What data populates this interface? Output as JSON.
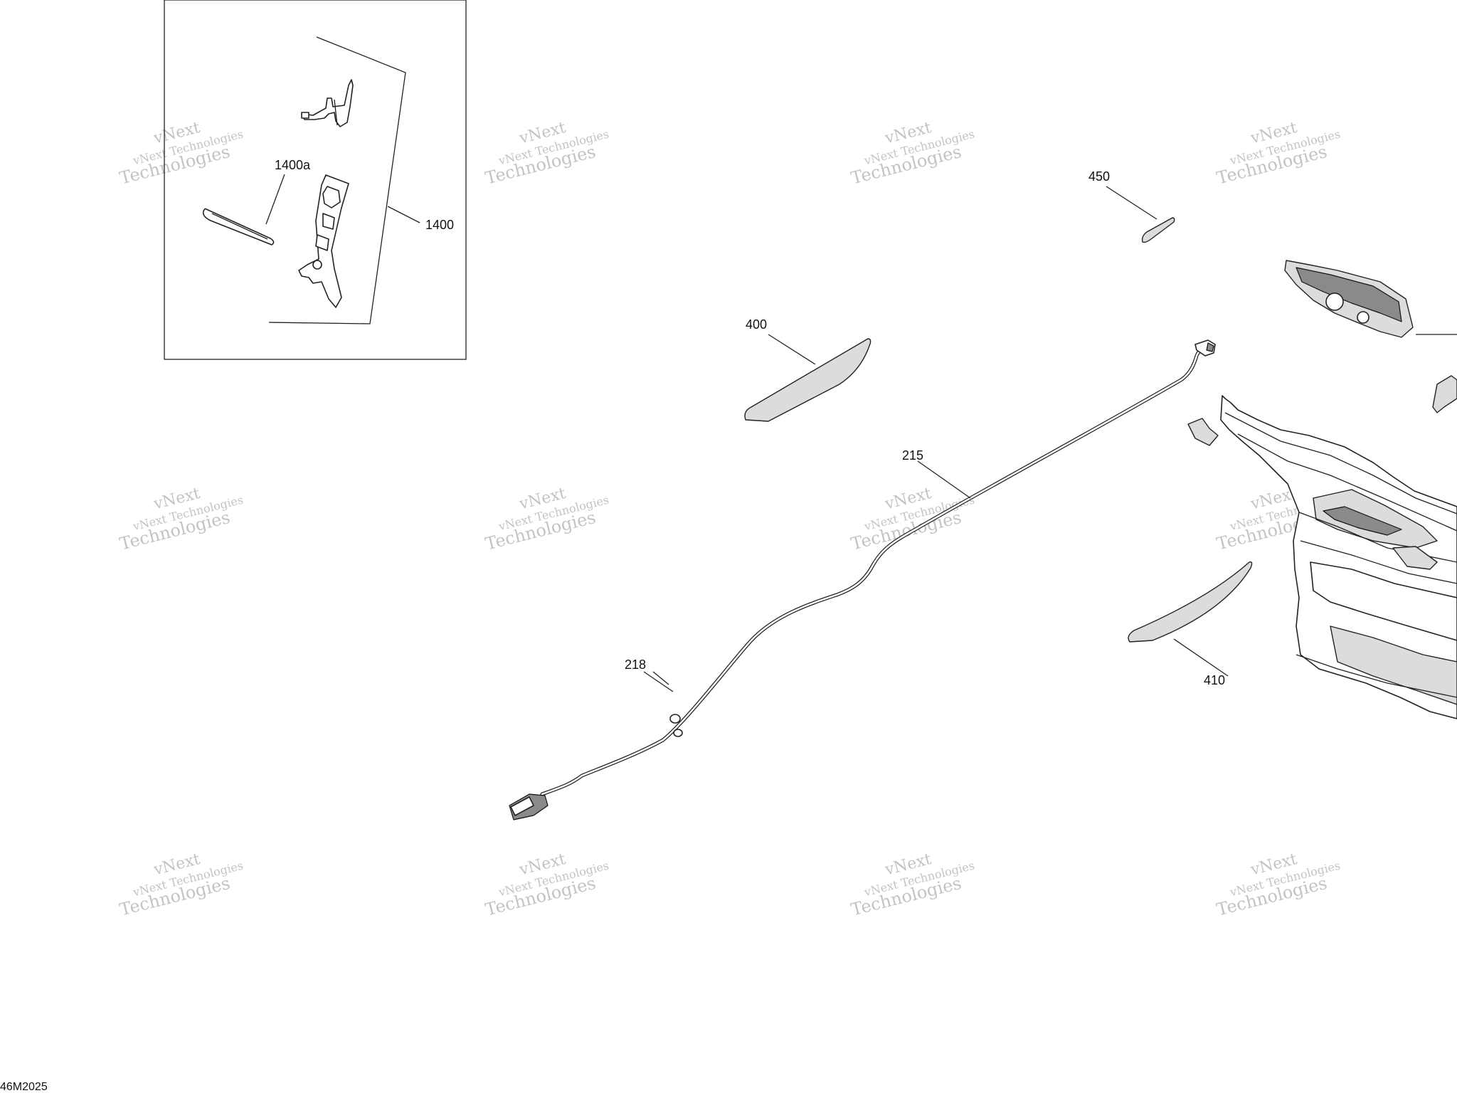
{
  "diagram": {
    "callouts": {
      "p1400": "1400",
      "p1400a": "1400a",
      "p450": "450",
      "p400": "400",
      "p215": "215",
      "p218": "218",
      "p410": "410"
    },
    "figure_code": "46M2025",
    "watermark": {
      "line1": "vNext",
      "line2": "vNext Technologies",
      "line3": "Technologies"
    }
  }
}
